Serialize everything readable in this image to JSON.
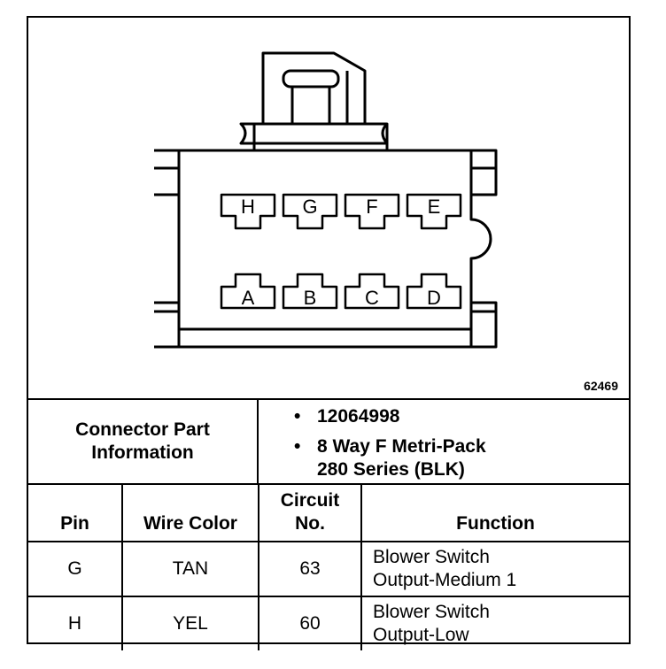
{
  "figure_id": "62469",
  "pins": [
    "H",
    "G",
    "F",
    "E",
    "A",
    "B",
    "C",
    "D"
  ],
  "connector_info": {
    "label": "Connector Part Information",
    "items": [
      "12064998",
      "8 Way F Metri-Pack\n280 Series (BLK)"
    ]
  },
  "table": {
    "headers": [
      "Pin",
      "Wire Color",
      "Circuit\nNo.",
      "Function"
    ],
    "rows": [
      {
        "pin": "G",
        "wire_color": "TAN",
        "circuit": "63",
        "function": "Blower Switch\nOutput-Medium 1"
      },
      {
        "pin": "H",
        "wire_color": "YEL",
        "circuit": "60",
        "function": "Blower Switch\nOutput-Low"
      }
    ]
  }
}
